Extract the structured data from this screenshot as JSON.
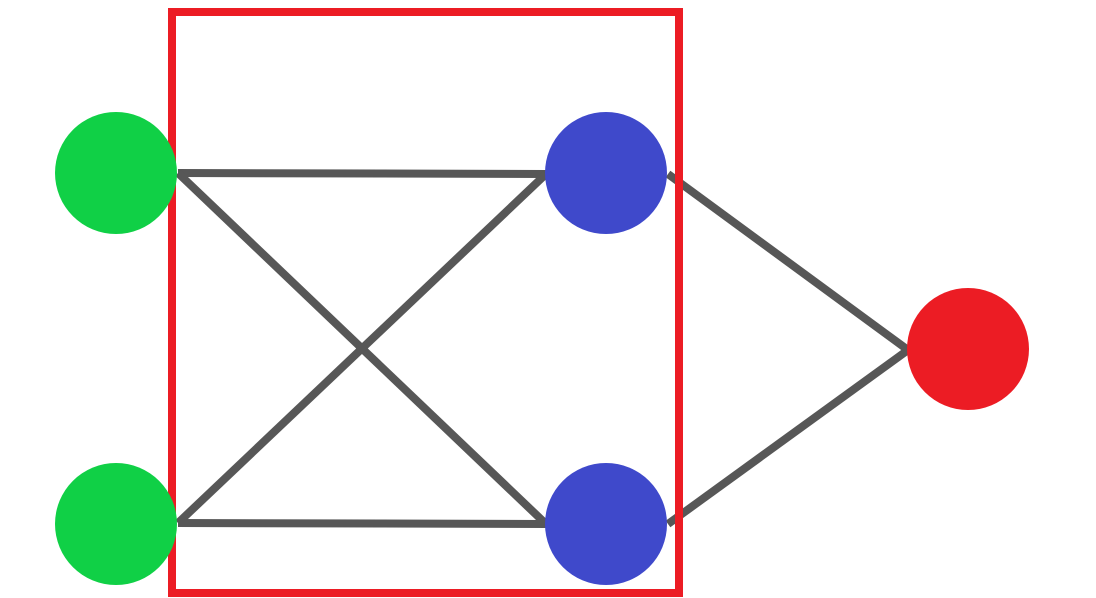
{
  "diagram": {
    "type": "neural-network",
    "layers": [
      {
        "name": "input",
        "nodes": 2
      },
      {
        "name": "hidden",
        "nodes": 2
      },
      {
        "name": "output",
        "nodes": 1
      }
    ],
    "highlight": "hidden-layer-weights",
    "colors": {
      "background": "#ffffff",
      "input_node": "#10d046",
      "hidden_node": "#3f49cb",
      "output_node": "#ec1c24",
      "edge": "#575757",
      "highlight_box": "#ec1c24"
    }
  }
}
